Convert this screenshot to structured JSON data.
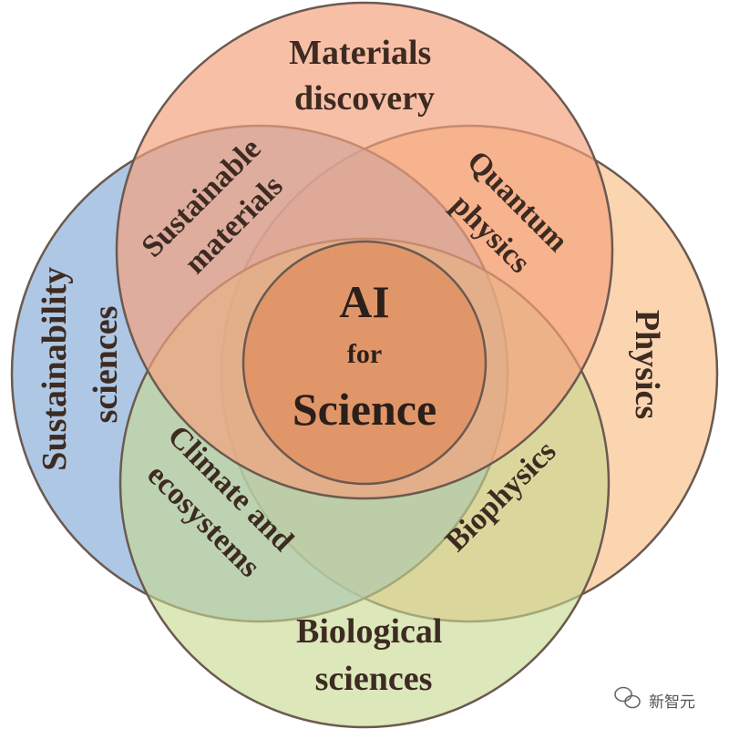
{
  "diagram": {
    "sets": {
      "materials": {
        "line1": "Materials",
        "line2": "discovery",
        "color": "#f4a07e"
      },
      "physics": {
        "label": "Physics",
        "color": "#f9c592"
      },
      "sustainability": {
        "line1": "Sustainability",
        "line2": "sciences",
        "color": "#8fb2d9"
      },
      "biological": {
        "line1": "Biological",
        "line2": "sciences",
        "color": "#c7d98f"
      }
    },
    "intersections": {
      "sustainable_materials": {
        "line1": "Sustainable",
        "line2": "materials"
      },
      "quantum_physics": {
        "line1": "Quantum",
        "line2": "physics"
      },
      "climate_ecosystems": {
        "line1": "Climate and",
        "line2": "ecosystems"
      },
      "biophysics": {
        "label": "Biophysics"
      }
    },
    "center": {
      "line1": "AI",
      "line2": "for",
      "line3": "Science",
      "color": "#e0824f"
    }
  },
  "watermark": {
    "text": "新智元"
  }
}
